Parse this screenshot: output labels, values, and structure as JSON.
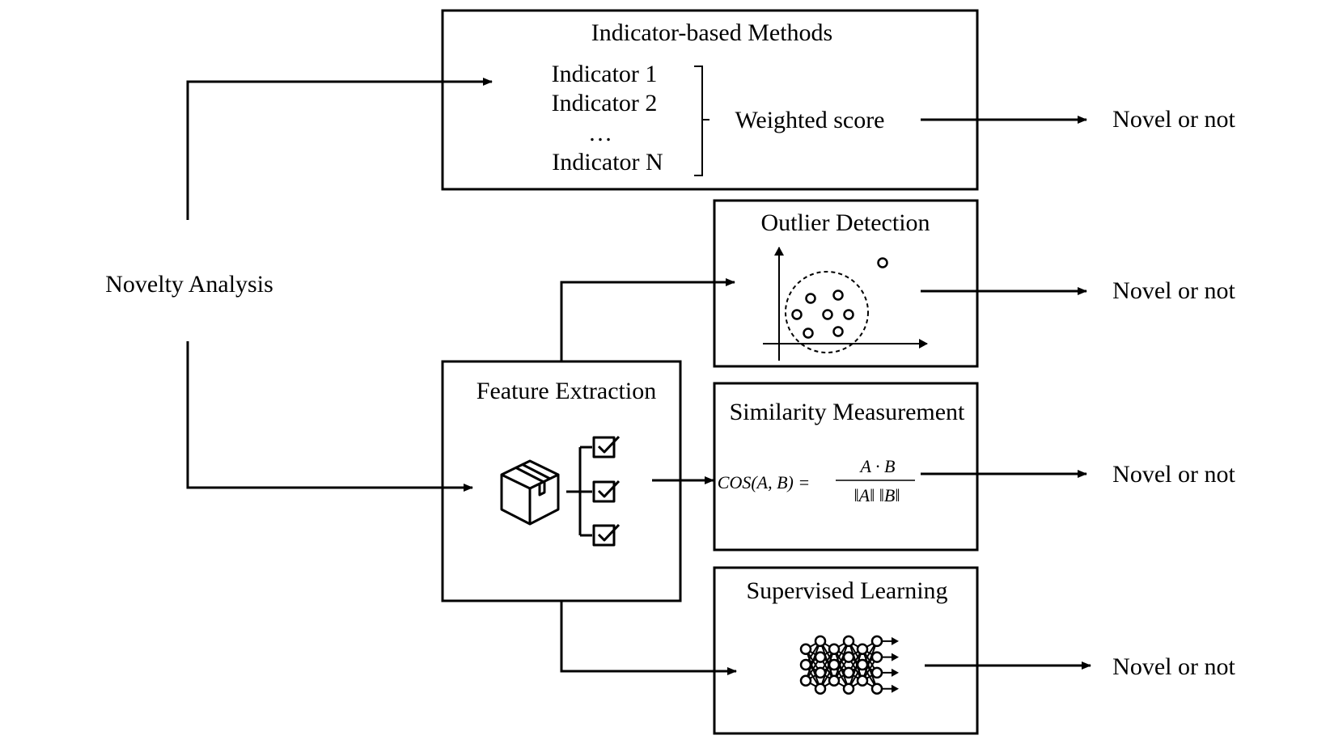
{
  "root": {
    "label": "Novelty Analysis"
  },
  "indicator_box": {
    "title": "Indicator-based Methods",
    "indicators": [
      "Indicator 1",
      "Indicator 2",
      "…",
      "Indicator N"
    ],
    "score_label": "Weighted score"
  },
  "feature_box": {
    "title": "Feature Extraction",
    "icon": "box-checklist-icon"
  },
  "outlier_box": {
    "title": "Outlier Detection",
    "icon": "scatter-cluster-icon"
  },
  "similarity_box": {
    "title": "Similarity Measurement",
    "formula_lhs": "COS(A, B) =",
    "formula_numerator": "A · B",
    "formula_denominator": "‖A‖ ‖B‖"
  },
  "supervised_box": {
    "title": "Supervised Learning",
    "icon": "neural-network-icon"
  },
  "outputs": [
    "Novel or not",
    "Novel or not",
    "Novel or not",
    "Novel or not"
  ]
}
